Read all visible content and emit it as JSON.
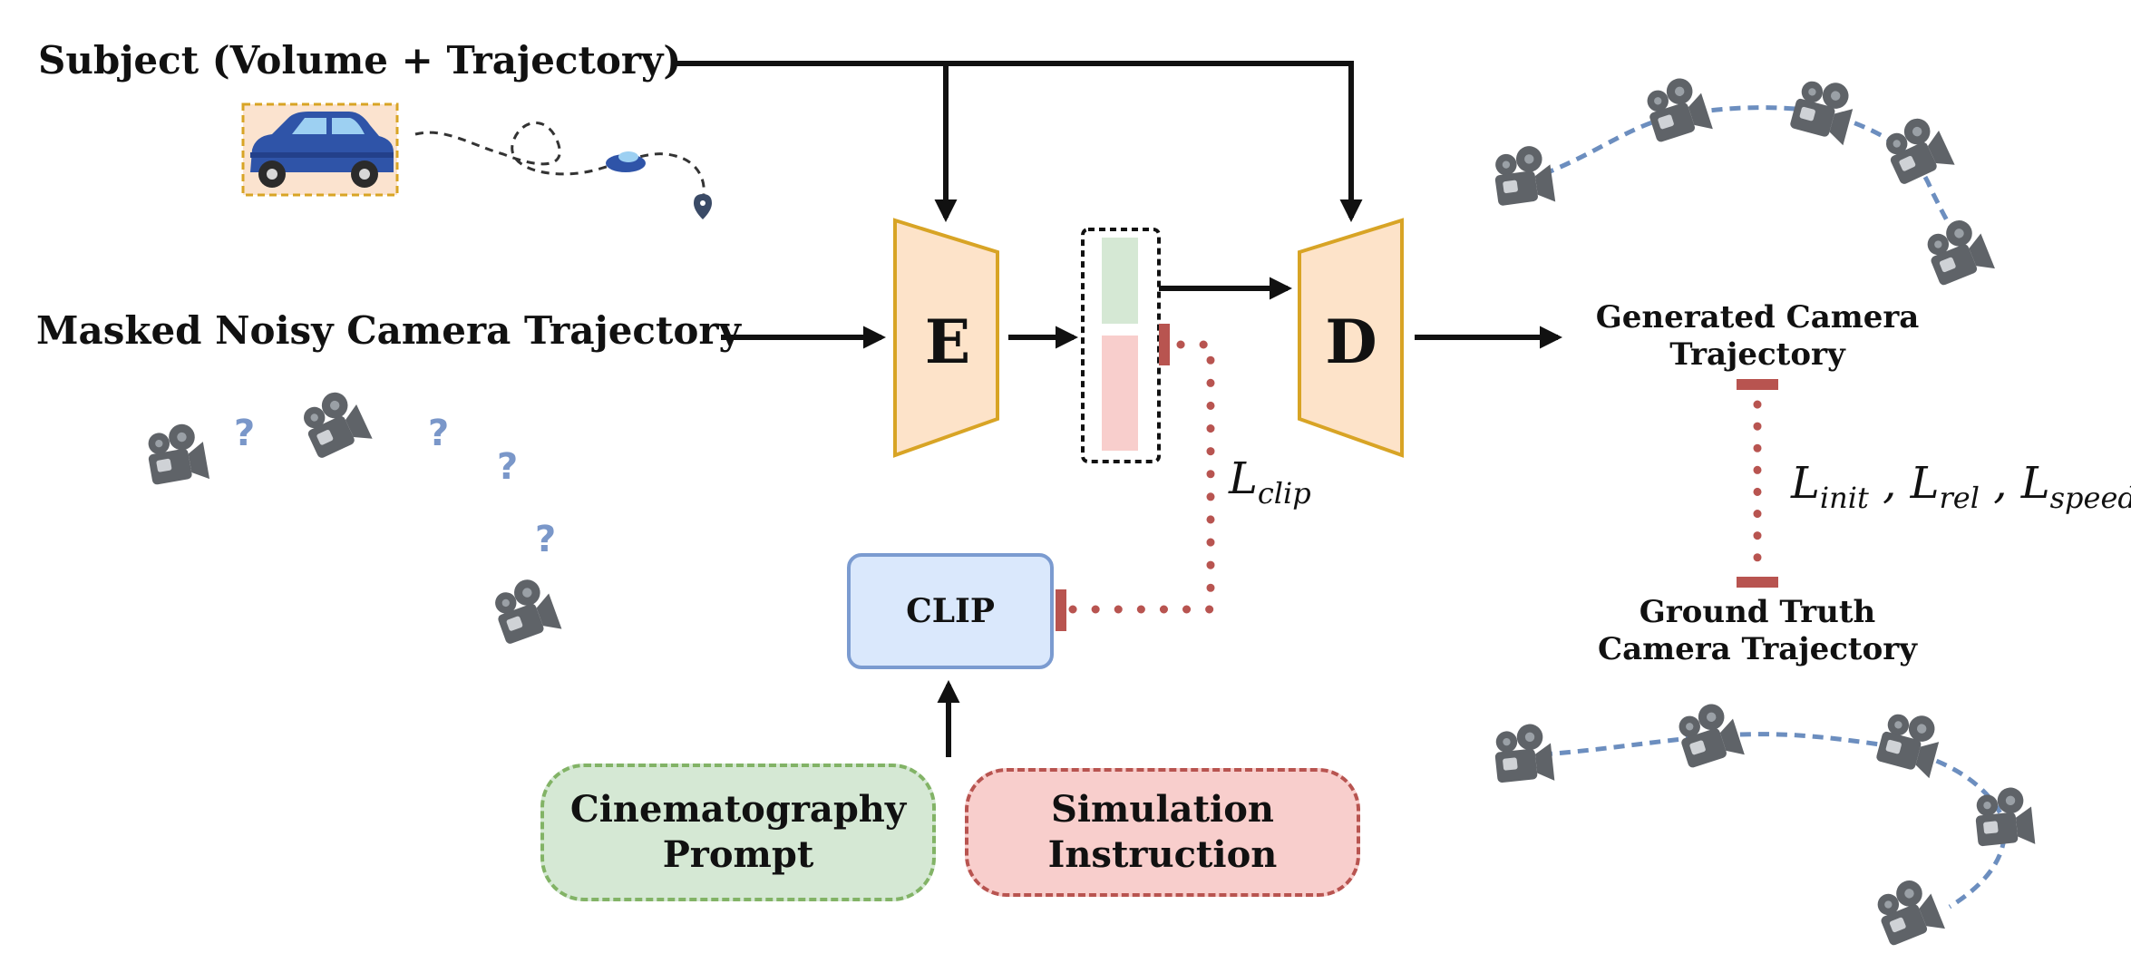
{
  "inputs": {
    "subject": "Subject (Volume + Trajectory)",
    "masked": "Masked Noisy Camera Trajectory"
  },
  "model": {
    "encoder": "E",
    "decoder": "D",
    "clip": "CLIP"
  },
  "prompts": {
    "cinematography": "Cinematography\nPrompt",
    "simulation": "Simulation\nInstruction"
  },
  "outputs": {
    "generated": "Generated Camera\nTrajectory",
    "ground_truth": "Ground Truth\nCamera Trajectory"
  },
  "losses": {
    "clip": {
      "base": "L",
      "sub": "clip"
    },
    "init": {
      "base": "L",
      "sub": "init"
    },
    "rel": {
      "base": "L",
      "sub": "rel"
    },
    "speed": {
      "base": "L",
      "sub": "speed"
    },
    "sep": ","
  },
  "question_mark": "?",
  "colors": {
    "encoder_fill": "#fde3c9",
    "encoder_stroke": "#d8a425",
    "latent_green": "#d5e8d4",
    "latent_red": "#f8cecc",
    "loss_red": "#b85450",
    "clip_fill": "#dae8fc",
    "clip_stroke": "#7b9bd0",
    "cine_fill": "#d5e8d4",
    "cine_stroke": "#82b366",
    "sim_fill": "#f8cecc",
    "sim_stroke": "#b85450",
    "trajectory_blue": "#6c8ebf",
    "camera_gray": "#5f6368"
  }
}
